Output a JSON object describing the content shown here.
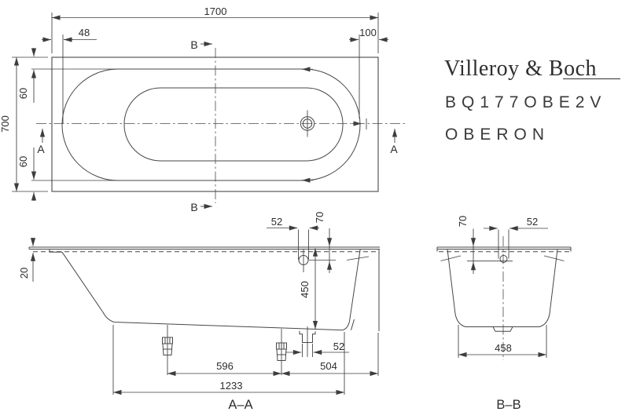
{
  "brand": {
    "wordmark_prefix": "Villeroy & ",
    "wordmark_suffix": "Boch",
    "model_code": "BQ177OBE2V",
    "series_name": "OBERON"
  },
  "plan_view": {
    "dims": {
      "overall_length": "1700",
      "overall_width": "700",
      "rim_left_end": "48",
      "rim_right_end": "100",
      "rim_side_top": "60",
      "rim_side_bottom": "60"
    },
    "markers": {
      "a": "A",
      "b": "B"
    }
  },
  "section_aa": {
    "label": "A–A",
    "dims": {
      "rim_lip_height": "20",
      "overflow_hole": "52",
      "overflow_from_rim": "70",
      "inner_depth": "450",
      "waste_hole": "52",
      "foot_spacing": "596",
      "foot_to_end": "504",
      "base_length": "1233"
    }
  },
  "section_bb": {
    "label": "B–B",
    "dims": {
      "overflow_from_rim": "70",
      "overflow_hole": "52",
      "base_width": "458"
    }
  },
  "colors": {
    "line": "#474747",
    "text": "#2d2d2d",
    "background": "#ffffff"
  }
}
